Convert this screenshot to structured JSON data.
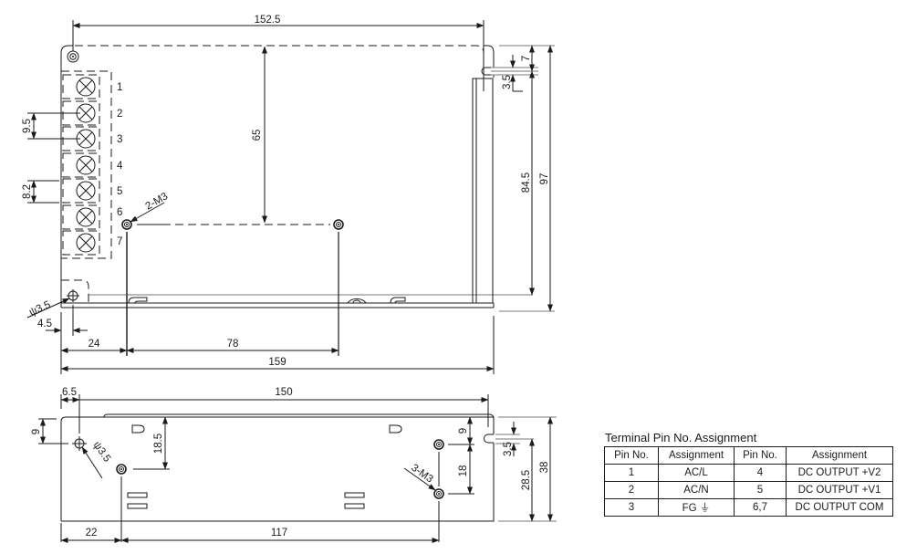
{
  "top_view": {
    "dimensions": {
      "overall_width_top": "152.5",
      "inner_height": "65",
      "pin_pitch_a": "9.5",
      "pin_pitch_b": "8.2",
      "slot_offset": "7",
      "slot_dia": "3.5",
      "side_height": "84.5",
      "overall_height": "97",
      "hole_offset_x": "4.5",
      "mount_offset_x": "24",
      "mount_spacing": "78",
      "overall_length": "159"
    },
    "callouts": {
      "mount_holes": "2-M3",
      "ground_hole": "ψ3.5"
    },
    "terminal_pins": [
      "1",
      "2",
      "3",
      "4",
      "5",
      "6",
      "7"
    ]
  },
  "side_view": {
    "dimensions": {
      "hole_offset_x": "6.5",
      "length": "150",
      "hole_offset_y": "9",
      "mount_offset_y": "18.5",
      "right_hole_offset_y": "9",
      "right_hole_spacing": "18",
      "slot_dia": "3.5",
      "slot_height": "28.5",
      "overall_height": "38",
      "mount_offset_x": "22",
      "mount_spacing": "117"
    },
    "callouts": {
      "ground_hole": "ψ3.5",
      "mount_holes": "3-M3"
    }
  },
  "pin_table": {
    "title": "Terminal Pin No.  Assignment",
    "headers": [
      "Pin No.",
      "Assignment",
      "Pin No.",
      "Assignment"
    ],
    "rows": [
      [
        "1",
        "AC/L",
        "4",
        "DC OUTPUT +V2"
      ],
      [
        "2",
        "AC/N",
        "5",
        "DC OUTPUT +V1"
      ],
      [
        "3",
        "FG ⏚",
        "6,7",
        "DC OUTPUT COM"
      ]
    ]
  }
}
